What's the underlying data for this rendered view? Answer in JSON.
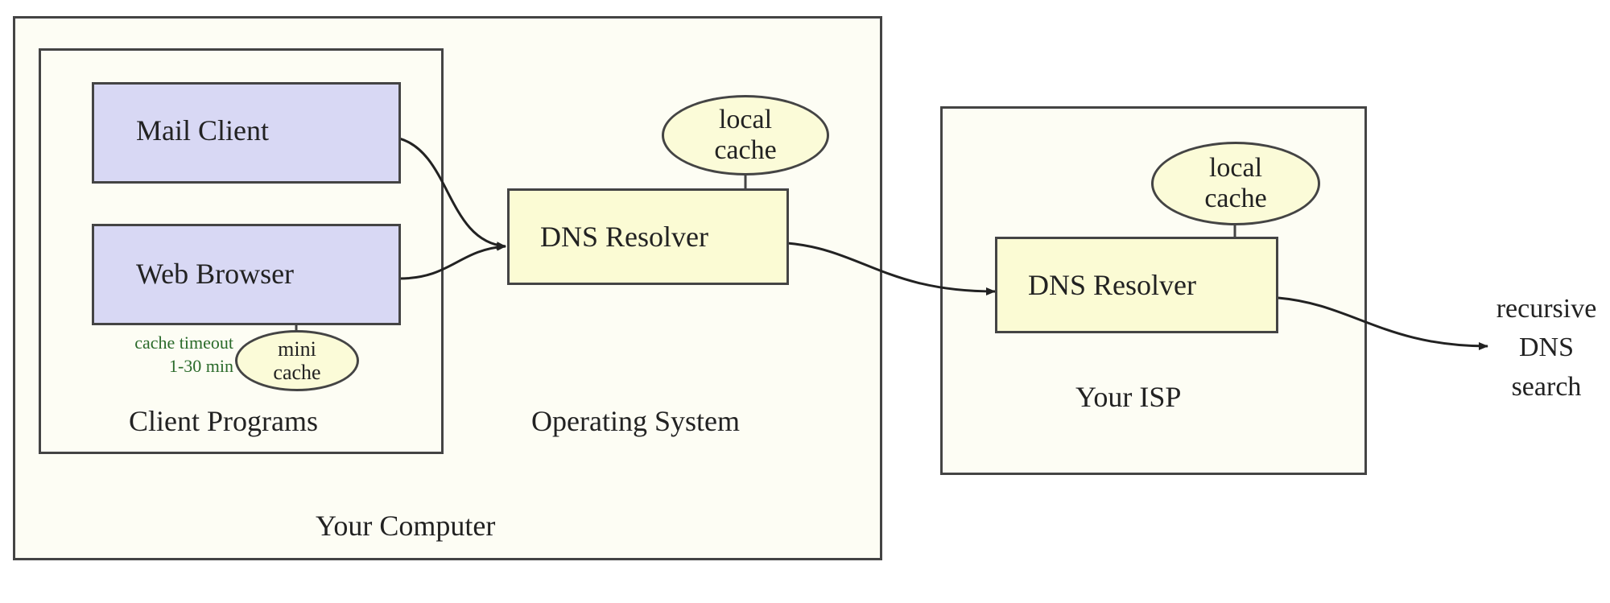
{
  "computer": {
    "label": "Your Computer"
  },
  "client_programs": {
    "label": "Client Programs",
    "mail_client": "Mail Client",
    "web_browser": "Web Browser",
    "mini_cache": {
      "line1": "mini",
      "line2": "cache"
    },
    "cache_timeout": {
      "line1": "cache timeout",
      "line2": "1-30 min"
    }
  },
  "operating_system": {
    "label": "Operating System",
    "resolver": "DNS Resolver",
    "local_cache": {
      "line1": "local",
      "line2": "cache"
    }
  },
  "isp": {
    "label": "Your ISP",
    "resolver": "DNS Resolver",
    "local_cache": {
      "line1": "local",
      "line2": "cache"
    }
  },
  "outbound": {
    "line1": "recursive",
    "line2": "DNS",
    "line3": "search"
  }
}
